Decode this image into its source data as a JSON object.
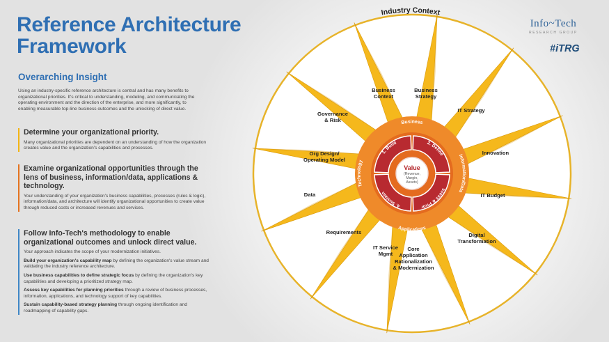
{
  "header": {
    "title_line1": "Reference Architecture",
    "title_line2": "Framework"
  },
  "logos": {
    "infotech_name": "Info~Tech",
    "infotech_sub": "RESEARCH GROUP",
    "itrg": "#iTRG"
  },
  "insight": {
    "heading": "Overarching Insight",
    "intro": "Using an industry-specific reference architecture is central and has many benefits to organizational priorities. It's critical to understanding, modeling, and communicating the operating environment and the direction of the enterprise, and more significantly, to enabling measurable top-line business outcomes and the unlocking of direct value."
  },
  "sections": [
    {
      "heading": "Determine your organizational priority.",
      "body": "Many organizational priorities are dependent on an understanding of how the organization creates value and the organization's capabilities and processes."
    },
    {
      "heading": "Examine organizational opportunities through the lens of business, information/data, applications & technology.",
      "body": "Your understanding of your organization's business capabilities, processes (rules & logic), information/data, and architecture will identify organizational opportunities to create value through reduced costs or increased revenues and services."
    },
    {
      "heading": "Follow Info-Tech's methodology to enable organizational outcomes and unlock direct value.",
      "body": "Your approach indicates the scope of your modernization initiatives.",
      "items": [
        {
          "bold": "Build your organization's capability map",
          "rest": " by defining the organization's value stream and validating the industry reference architecture."
        },
        {
          "bold": "Use business capabilities to define strategic focus",
          "rest": " by defining the organization's key capabilities and developing a prioritized strategy map."
        },
        {
          "bold": "Assess key capabilities for planning priorities",
          "rest": " through a review of business processes, information, applications, and technology support of key capabilities."
        },
        {
          "bold": "Sustain capability-based strategy planning",
          "rest": " through ongoing identification and roadmapping of capability gaps."
        }
      ]
    }
  ],
  "diagram": {
    "context_label": "Industry Context",
    "petals": [
      {
        "lines": [
          "Business",
          "Context"
        ]
      },
      {
        "lines": [
          "Business",
          "Strategy"
        ]
      },
      {
        "lines": [
          "IT Strategy"
        ]
      },
      {
        "lines": [
          "Innovation"
        ]
      },
      {
        "lines": [
          "IT Budget"
        ]
      },
      {
        "lines": [
          "Digital",
          "Transformation"
        ]
      },
      {
        "lines": [
          "Core",
          "Application",
          "Rationalization",
          "& Modernization"
        ]
      },
      {
        "lines": [
          "IT Service",
          "Mgmt"
        ]
      },
      {
        "lines": [
          "Requirements"
        ]
      },
      {
        "lines": [
          "Data"
        ]
      },
      {
        "lines": [
          "Org Design/",
          "Operating Model"
        ]
      },
      {
        "lines": [
          "Governance",
          "& Risk"
        ]
      }
    ],
    "ring_labels": [
      "Business",
      "Information/Data",
      "Applications",
      "Technology"
    ],
    "segments": [
      "1. Build",
      "2. Define",
      "3. Assess & Prioritize",
      "4. Sustain"
    ],
    "center": {
      "title": "Value",
      "sub": [
        "(Revenue,",
        "Margin,",
        "Assets)"
      ]
    },
    "colors": {
      "petal": "#f5b81c",
      "petal_dark": "#d99a0d",
      "ring_outer": "#ee8a2a",
      "ring_mid": "#e06a1e",
      "segment": "#b82a30",
      "title_blue": "#2f6fb3"
    }
  }
}
